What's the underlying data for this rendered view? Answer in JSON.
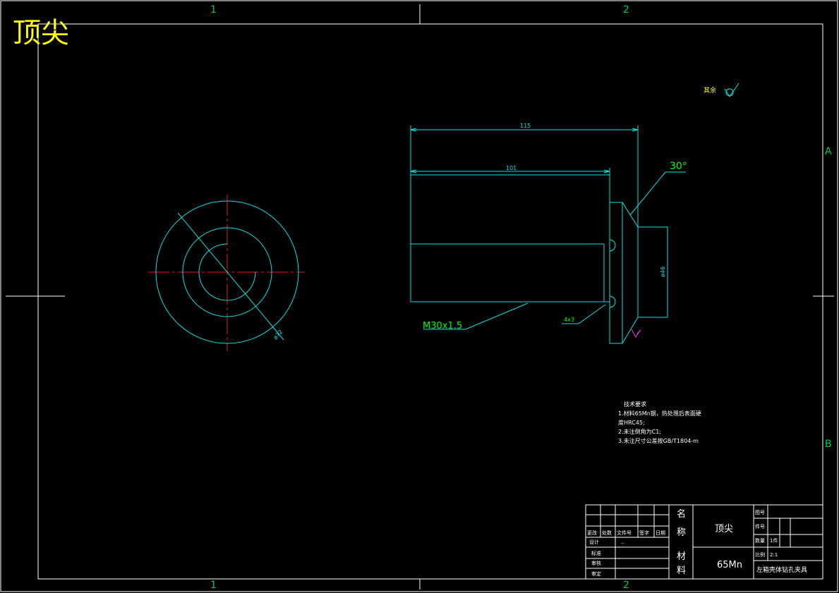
{
  "title": "顶尖",
  "zone_labels": {
    "top_1": "1",
    "top_2": "2",
    "bottom_1": "1",
    "bottom_2": "2",
    "right_a": "A",
    "right_b": "B"
  },
  "roughness_note": "其余",
  "dimensions": {
    "overall_length": "115",
    "body_length": "101",
    "chamfer_angle": "30°",
    "cone_diameter": "ø46",
    "thread": "M30x1.5",
    "groove": "4x3",
    "outer_diameter": "ø72"
  },
  "tech_requirements": {
    "heading": "技术要求",
    "lines": [
      "1.材料65Mn钢，热处理后表面硬",
      "度HRC45;",
      "2.未注倒角为C1;",
      "3.未注尺寸公差按GB/T1804-m"
    ]
  },
  "title_block": {
    "revision_headers": [
      "更改",
      "处数",
      "文件号",
      "签字",
      "日期"
    ],
    "design_label": "设计",
    "design_value": "..",
    "standard_label": "标准",
    "review_label": "审核",
    "approve_label": "审定",
    "name_label": "名称",
    "material_label": "材料",
    "part_name": "顶尖",
    "material_value": "65Mn",
    "drawing_no_label": "图号",
    "piece_no_label": "件号",
    "quantity_label": "数量",
    "quantity_value": "1件",
    "scale_label": "比例",
    "scale_value": "2:1",
    "assembly_name": "左箱壳体钻孔夹具"
  },
  "colors": {
    "background": "#000000",
    "frame": "#ffffff",
    "geometry": "#00e5e5",
    "centerline": "#e11b1b",
    "title_text": "#ffff00",
    "note_text": "#00ff00",
    "magenta": "#ff2bff"
  }
}
